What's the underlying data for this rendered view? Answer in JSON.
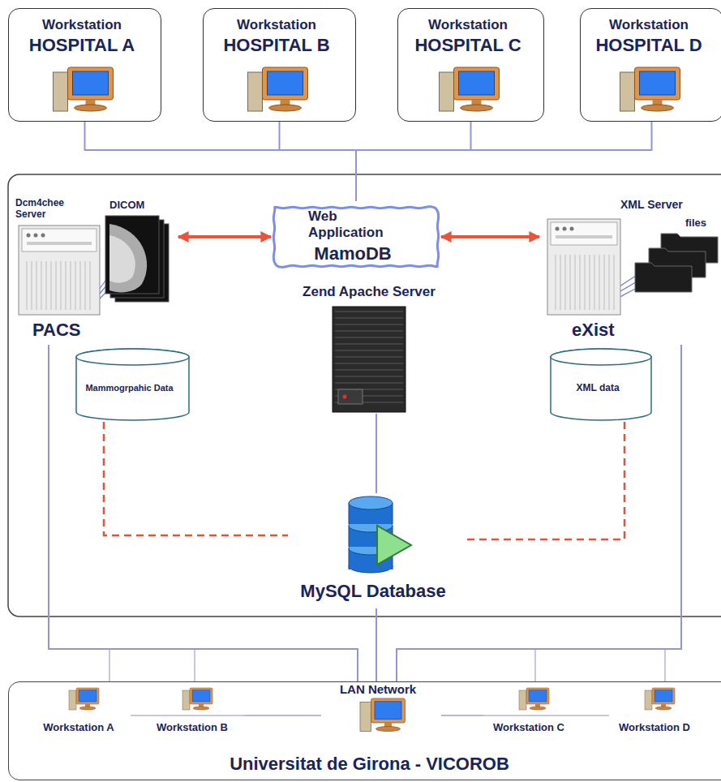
{
  "diagram": {
    "nodes": [
      {
        "text": [
          "Workstation",
          "HOSPITAL A"
        ]
      },
      {
        "text": [
          "Workstation",
          "HOSPITAL B"
        ]
      },
      {
        "text": [
          "Workstation",
          "HOSPITAL C"
        ]
      },
      {
        "text": [
          "Workstation",
          "HOSPITAL D"
        ]
      },
      {
        "text": [
          "Web Application",
          "MamoDB"
        ]
      },
      {
        "text": [
          "Dcm4chee Server",
          "DICOM",
          "PACS"
        ]
      },
      {
        "text": [
          "Mammogrpahic Data"
        ]
      },
      {
        "text": [
          "Zend Apache Server"
        ]
      },
      {
        "text": [
          "XML Server",
          "files",
          "eXist"
        ]
      },
      {
        "text": [
          "XML data"
        ]
      },
      {
        "text": [
          "MySQL Database"
        ]
      },
      {
        "text": [
          "Universitat de Girona - VICOROB"
        ]
      },
      {
        "text": [
          "LAN Network"
        ],
        "in": 11
      },
      {
        "text": [
          "Workstation A"
        ],
        "in": 11
      },
      {
        "text": [
          "Workstation B"
        ],
        "in": 11
      },
      {
        "text": [
          "Workstation C"
        ],
        "in": 11
      },
      {
        "text": [
          "Workstation D"
        ],
        "in": 11
      }
    ],
    "edges": [
      {
        "from": 0,
        "to": 4,
        "arrow": "none"
      },
      {
        "from": 1,
        "to": 4,
        "arrow": "none"
      },
      {
        "from": 2,
        "to": 4,
        "arrow": "none"
      },
      {
        "from": 3,
        "to": 4,
        "arrow": "none"
      },
      {
        "from": 4,
        "to": 5,
        "arrow": "both"
      },
      {
        "from": 4,
        "to": 8,
        "arrow": "both"
      },
      {
        "from": 7,
        "to": 10,
        "arrow": "none"
      },
      {
        "from": 6,
        "to": 10,
        "arrow": "none"
      },
      {
        "from": 9,
        "to": 10,
        "arrow": "none"
      },
      {
        "from": 10,
        "to": 12,
        "arrow": "none"
      },
      {
        "from": 5,
        "to": 12,
        "arrow": "none"
      },
      {
        "from": 8,
        "to": 12,
        "arrow": "none"
      },
      {
        "from": 13,
        "to": 12,
        "arrow": "none"
      },
      {
        "from": 14,
        "to": 12,
        "arrow": "none"
      },
      {
        "from": 15,
        "to": 12,
        "arrow": "none"
      },
      {
        "from": 16,
        "to": 12,
        "arrow": "none"
      }
    ]
  }
}
